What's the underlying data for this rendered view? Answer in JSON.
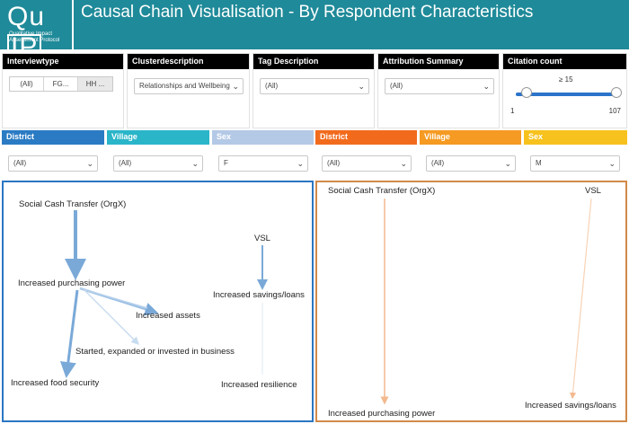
{
  "header": {
    "logo_main": "QuIP",
    "logo_sub": "Qualitative Impact Assessment Protocol",
    "title": "Causal Chain Visualisation - By Respondent Characteristics"
  },
  "filters": {
    "interviewtype": {
      "label": "Interviewtype",
      "options": [
        "(All)",
        "FG...",
        "HH ..."
      ]
    },
    "clusterdescription": {
      "label": "Clusterdescription",
      "value": "Relationships and Wellbeing"
    },
    "tag_description": {
      "label": "Tag Description",
      "value": "(All)"
    },
    "attribution_summary": {
      "label": "Attribution Summary",
      "value": "(All)"
    },
    "citation_count": {
      "label": "Citation count",
      "value_text": "≥ 15",
      "min": "1",
      "max": "107",
      "lower": 15,
      "upper": 107
    }
  },
  "left_filters": [
    {
      "label": "District",
      "value": "(All)",
      "color": "#2b7bc4"
    },
    {
      "label": "Village",
      "value": "(All)",
      "color": "#2ab5c9"
    },
    {
      "label": "Sex",
      "value": "F",
      "color": "#b3c9e6"
    }
  ],
  "right_filters": [
    {
      "label": "District",
      "value": "(All)",
      "color": "#f26b1d"
    },
    {
      "label": "Village",
      "value": "(All)",
      "color": "#f59a22"
    },
    {
      "label": "Sex",
      "value": "M",
      "color": "#f7c21e"
    }
  ],
  "left_panel": {
    "nodes": {
      "sct": "Social Cash Transfer (OrgX)",
      "vsl": "VSL",
      "purchasing": "Increased purchasing power",
      "savings": "Increased savings/loans",
      "assets": "Increased assets",
      "business": "Started, expanded or invested in business",
      "food": "Increased food security",
      "resilience": "Increased resilience"
    }
  },
  "right_panel": {
    "nodes": {
      "sct": "Social Cash Transfer (OrgX)",
      "vsl": "VSL",
      "purchasing": "Increased purchasing power",
      "savings": "Increased savings/loans"
    }
  },
  "colors": {
    "header": "#1f8a99",
    "left_border": "#2b76c2",
    "right_border": "#d28a4a",
    "left_links": "#7aa9d8",
    "right_links": "#f3b98e"
  }
}
